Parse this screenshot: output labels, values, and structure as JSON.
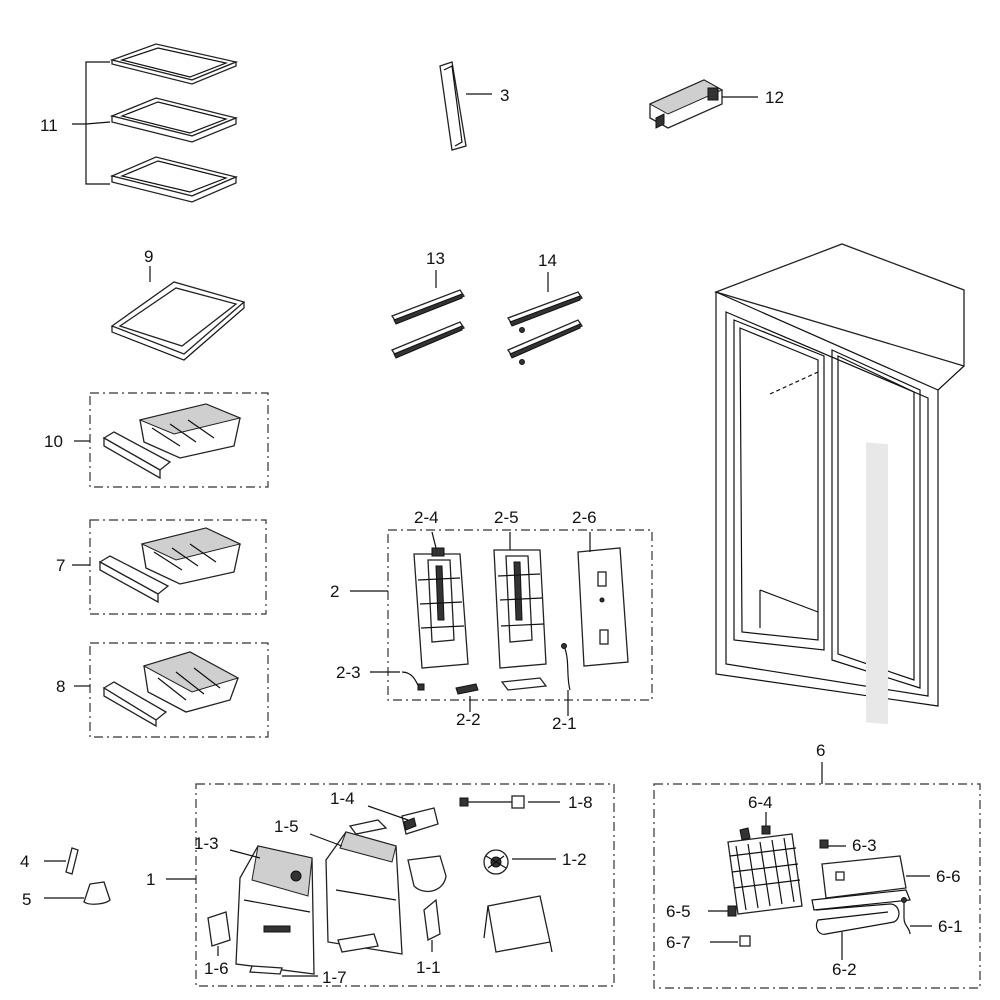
{
  "labels": {
    "p11": "11",
    "p3": "3",
    "p12": "12",
    "p9": "9",
    "p13": "13",
    "p14": "14",
    "p10": "10",
    "p7": "7",
    "p8": "8",
    "p2": "2",
    "p2_1": "2-1",
    "p2_2": "2-2",
    "p2_3": "2-3",
    "p2_4": "2-4",
    "p2_5": "2-5",
    "p2_6": "2-6",
    "p1": "1",
    "p1_1": "1-1",
    "p1_2": "1-2",
    "p1_3": "1-3",
    "p1_4": "1-4",
    "p1_5": "1-5",
    "p1_6": "1-6",
    "p1_7": "1-7",
    "p1_8": "1-8",
    "p4": "4",
    "p5": "5",
    "p6": "6",
    "p6_1": "6-1",
    "p6_2": "6-2",
    "p6_3": "6-3",
    "p6_4": "6-4",
    "p6_5": "6-5",
    "p6_6": "6-6",
    "p6_7": "6-7"
  }
}
